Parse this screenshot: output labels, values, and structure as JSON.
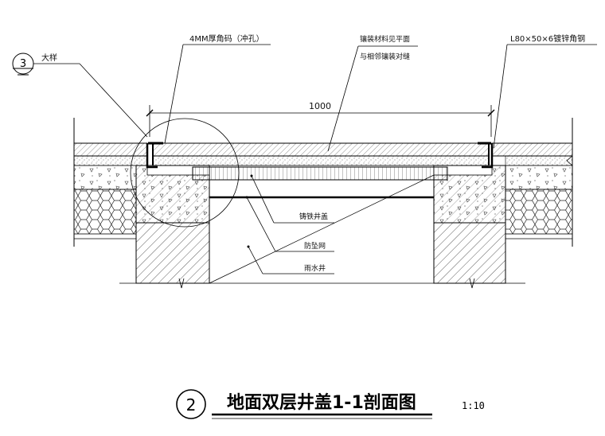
{
  "labels": {
    "detail_ref_num": "3",
    "detail_ref_text": "大样",
    "corner_code": "4MM厚角码（冲孔）",
    "paving_note_1": "镶装材料见平面",
    "paving_note_2": "与相邻镶装对缝",
    "angle_steel": "L80×50×6镀锌角钢",
    "dimension": "1000",
    "cast_iron_cover": "铸铁井盖",
    "anti_fall_net": "防坠网",
    "rain_well": "雨水井"
  },
  "title_block": {
    "number": "2",
    "title": "地面双层井盖1-1剖面图",
    "scale": "1:10"
  }
}
